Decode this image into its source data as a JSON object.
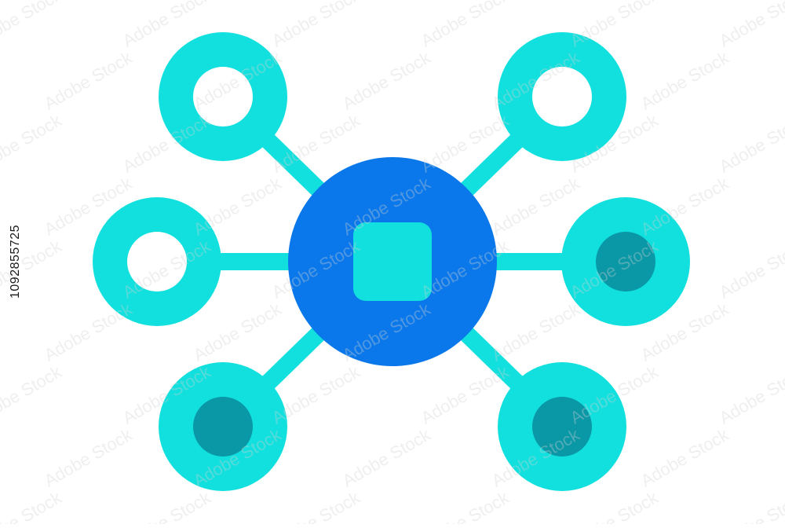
{
  "image_id_text": "1092855725",
  "watermark_text": "Adobe Stock",
  "colors": {
    "background": "#ffffff",
    "hub": "#0a78ea",
    "hub_square": "#12e0de",
    "node_ring": "#12e0de",
    "node_hole": "#ffffff",
    "node_dot": "#0a97a6",
    "connector": "#12e0de"
  },
  "nodes": [
    {
      "name": "node-top-left",
      "style": "hollow"
    },
    {
      "name": "node-top-right",
      "style": "hollow"
    },
    {
      "name": "node-mid-left",
      "style": "hollow"
    },
    {
      "name": "node-mid-right",
      "style": "filled"
    },
    {
      "name": "node-bottom-left",
      "style": "filled"
    },
    {
      "name": "node-bottom-right",
      "style": "filled"
    }
  ]
}
